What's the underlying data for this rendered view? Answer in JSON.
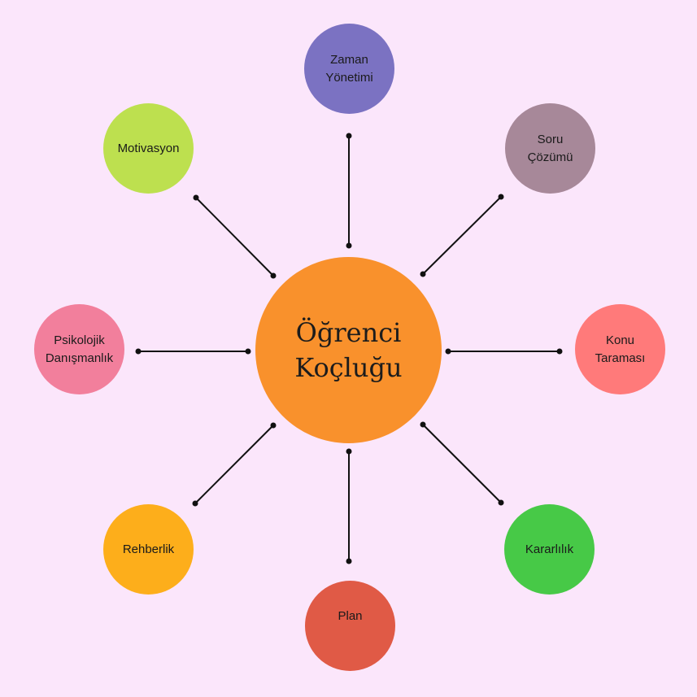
{
  "center": {
    "label": "Öğrenci\nKoçluğu",
    "color": "#f9912c"
  },
  "nodes": [
    {
      "id": "zaman",
      "label": "Zaman\nYönetimi",
      "color": "#7b72c2"
    },
    {
      "id": "soru",
      "label": "Soru\nÇözümü",
      "color": "#a78899"
    },
    {
      "id": "konu",
      "label": "Konu\nTaraması",
      "color": "#ff7a7a"
    },
    {
      "id": "kararlilik",
      "label": "Kararlılık",
      "color": "#47c947"
    },
    {
      "id": "plan",
      "label": "Plan",
      "color": "#e05a46"
    },
    {
      "id": "rehberlik",
      "label": "Rehberlik",
      "color": "#fdae1b"
    },
    {
      "id": "psikolojik",
      "label": "Psikolojik\nDanışmanlık",
      "color": "#f27f9c"
    },
    {
      "id": "motivasyon",
      "label": "Motivasyon",
      "color": "#bde04f"
    }
  ],
  "connector_color": "#111111"
}
